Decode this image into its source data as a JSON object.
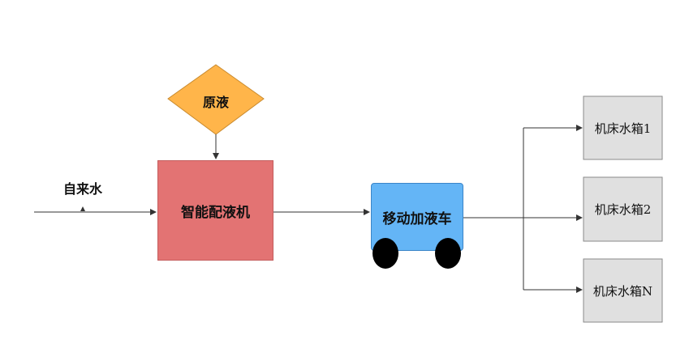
{
  "nodes": {
    "raw_liquid": "原液",
    "tap_water": "自来水",
    "mixer": "智能配液机",
    "cart": "移动加液车",
    "tanks": [
      "机床水箱1",
      "机床水箱2",
      "机床水箱N"
    ]
  },
  "colors": {
    "raw_liquid": "#ffb54a",
    "mixer": "#e37373",
    "cart": "#64b5f6",
    "tank": "#e0e0e0",
    "line": "#333333"
  }
}
